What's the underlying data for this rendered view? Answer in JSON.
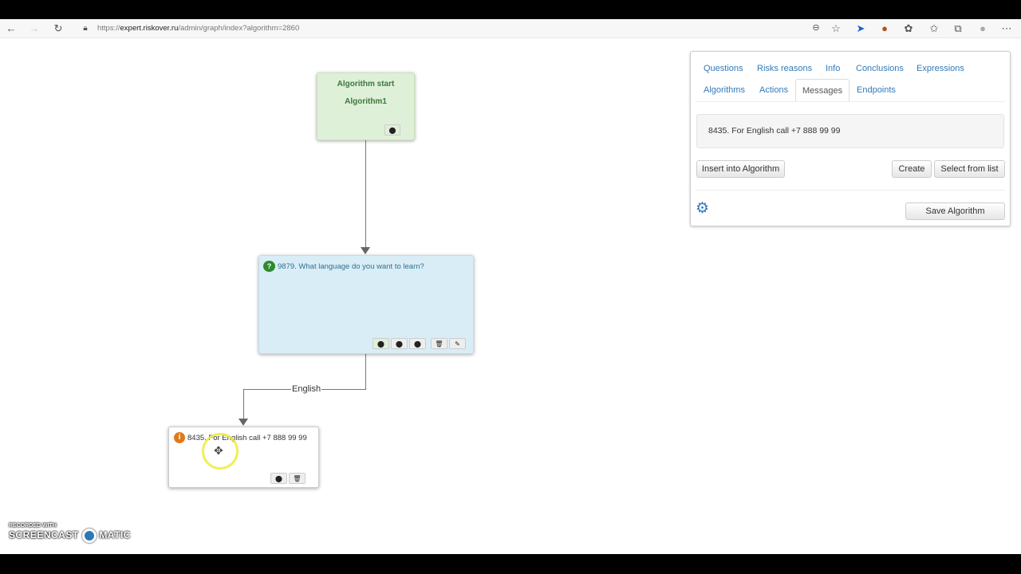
{
  "browser": {
    "url_prefix": "https://",
    "url_host": "expert.riskover.ru",
    "url_path": "/admin/graph/index?algorithm=2860"
  },
  "nodes": {
    "start": {
      "title": "Algorithm start",
      "name": "Algorithm1"
    },
    "question": {
      "text": "9879. What language do you want to learn?"
    },
    "message": {
      "text": "8435. For English call +7 888 99 99"
    }
  },
  "edge_label": "English",
  "panel": {
    "tabs": [
      "Questions",
      "Risks reasons",
      "Info",
      "Conclusions",
      "Expressions",
      "Algorithms",
      "Actions",
      "Messages",
      "Endpoints"
    ],
    "active_tab": "Messages",
    "selected": "8435. For English call +7 888 99 99",
    "insert": "Insert into Algorithm",
    "create": "Create",
    "select": "Select from list",
    "save": "Save Algorithm"
  },
  "watermark": "RECORDED WITH SCREENCAST-O-MATIC"
}
